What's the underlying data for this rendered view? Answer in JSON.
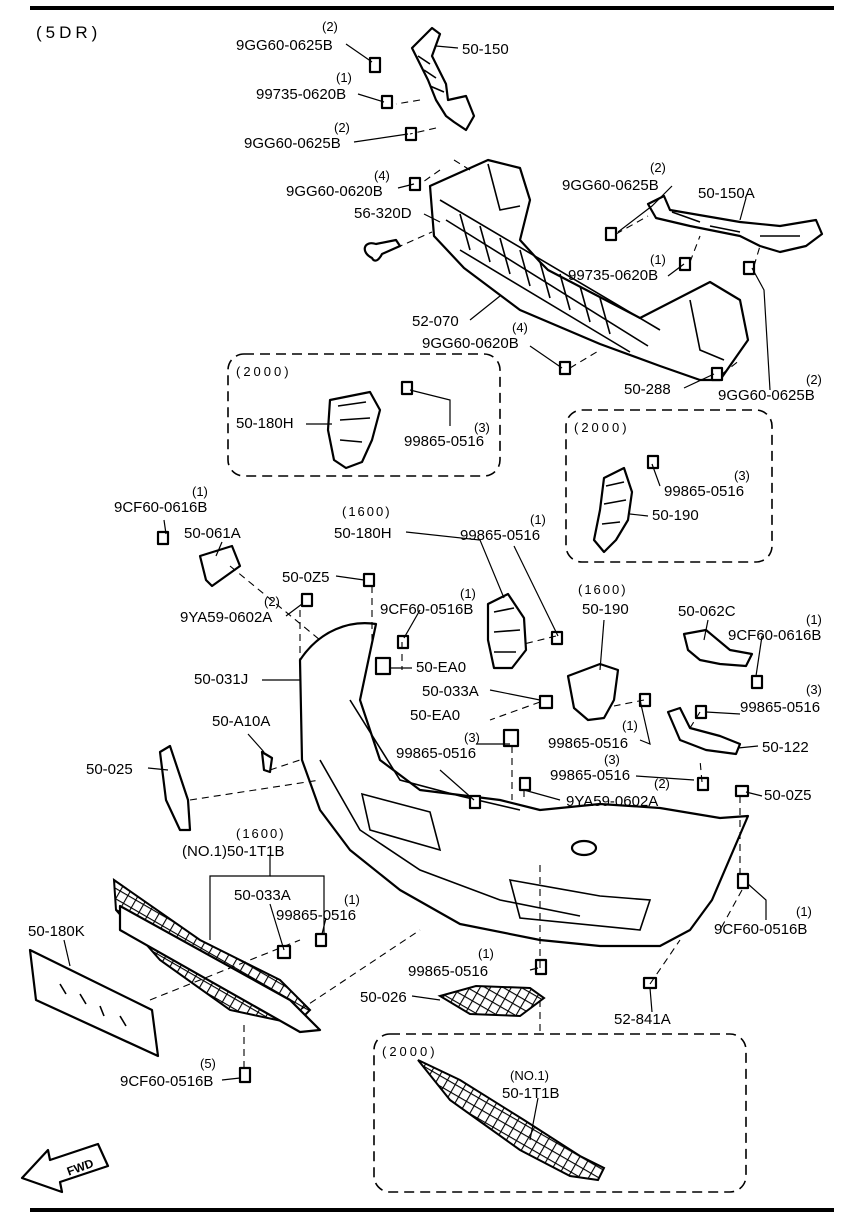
{
  "header": {
    "model": "(5DR)"
  },
  "groups": {
    "g1": "(2000)",
    "g2": "(2000)",
    "g3": "(2000)"
  },
  "labels": [
    {
      "id": "l01",
      "qty": "(2)",
      "code": "9GG60-0625B"
    },
    {
      "id": "l02",
      "qty": "",
      "code": "50-150"
    },
    {
      "id": "l03",
      "qty": "(1)",
      "code": "99735-0620B"
    },
    {
      "id": "l04",
      "qty": "(2)",
      "code": "9GG60-0625B"
    },
    {
      "id": "l05",
      "qty": "(4)",
      "code": "9GG60-0620B"
    },
    {
      "id": "l06",
      "qty": "",
      "code": "56-320D"
    },
    {
      "id": "l07",
      "qty": "(2)",
      "code": "9GG60-0625B"
    },
    {
      "id": "l08",
      "qty": "",
      "code": "50-150A"
    },
    {
      "id": "l09",
      "qty": "(1)",
      "code": "99735-0620B"
    },
    {
      "id": "l10",
      "qty": "",
      "code": "52-070"
    },
    {
      "id": "l11",
      "qty": "(4)",
      "code": "9GG60-0620B"
    },
    {
      "id": "l12",
      "qty": "",
      "code": "50-288"
    },
    {
      "id": "l13",
      "qty": "(2)",
      "code": "9GG60-0625B"
    },
    {
      "id": "l14",
      "qty": "",
      "code": "50-180H"
    },
    {
      "id": "l15",
      "qty": "(3)",
      "code": "99865-0516"
    },
    {
      "id": "l16",
      "qty": "(3)",
      "code": "99865-0516"
    },
    {
      "id": "l17",
      "qty": "",
      "code": "50-190"
    },
    {
      "id": "l18",
      "qty": "(1)",
      "code": "9CF60-0616B"
    },
    {
      "id": "l19",
      "qty": "",
      "code": "50-061A"
    },
    {
      "id": "l20",
      "qty": "(1600)",
      "code": "50-180H"
    },
    {
      "id": "l21",
      "qty": "(1)",
      "code": "99865-0516"
    },
    {
      "id": "l22",
      "qty": "",
      "code": "50-0Z5"
    },
    {
      "id": "l23",
      "qty": "(2)",
      "code": "9YA59-0602A"
    },
    {
      "id": "l24",
      "qty": "(1)",
      "code": "9CF60-0516B"
    },
    {
      "id": "l25",
      "qty": "(1600)",
      "code": "50-190"
    },
    {
      "id": "l26",
      "qty": "",
      "code": "50-062C"
    },
    {
      "id": "l27",
      "qty": "(1)",
      "code": "9CF60-0616B"
    },
    {
      "id": "l28",
      "qty": "",
      "code": "50-EA0"
    },
    {
      "id": "l29",
      "qty": "",
      "code": "50-031J"
    },
    {
      "id": "l30",
      "qty": "",
      "code": "50-033A"
    },
    {
      "id": "l31",
      "qty": "(3)",
      "code": "99865-0516"
    },
    {
      "id": "l32",
      "qty": "",
      "code": "50-EA0"
    },
    {
      "id": "l33",
      "qty": "(1)",
      "code": "99865-0516"
    },
    {
      "id": "l34",
      "qty": "",
      "code": "50-122"
    },
    {
      "id": "l35",
      "qty": "",
      "code": "50-A10A"
    },
    {
      "id": "l36",
      "qty": "(3)",
      "code": "99865-0516"
    },
    {
      "id": "l37",
      "qty": "(3)",
      "code": "99865-0516"
    },
    {
      "id": "l38",
      "qty": "",
      "code": "50-025"
    },
    {
      "id": "l39",
      "qty": "(2)",
      "code": "9YA59-0602A"
    },
    {
      "id": "l40",
      "qty": "",
      "code": "50-0Z5"
    },
    {
      "id": "l41",
      "qty": "(1600)",
      "code": "(NO.1)50-1T1B"
    },
    {
      "id": "l42",
      "qty": "",
      "code": "50-033A"
    },
    {
      "id": "l43",
      "qty": "(1)",
      "code": "99865-0516"
    },
    {
      "id": "l44",
      "qty": "(1)",
      "code": "9CF60-0516B"
    },
    {
      "id": "l45",
      "qty": "",
      "code": "50-180K"
    },
    {
      "id": "l46",
      "qty": "(1)",
      "code": "99865-0516"
    },
    {
      "id": "l47",
      "qty": "",
      "code": "50-026"
    },
    {
      "id": "l48",
      "qty": "",
      "code": "52-841A"
    },
    {
      "id": "l49",
      "qty": "(5)",
      "code": "9CF60-0516B"
    },
    {
      "id": "l50",
      "qty": "(NO.1)",
      "code": "50-1T1B"
    }
  ],
  "fwd_arrow": {
    "text": "FWD"
  },
  "colors": {
    "line": "#000000",
    "background": "#ffffff"
  }
}
